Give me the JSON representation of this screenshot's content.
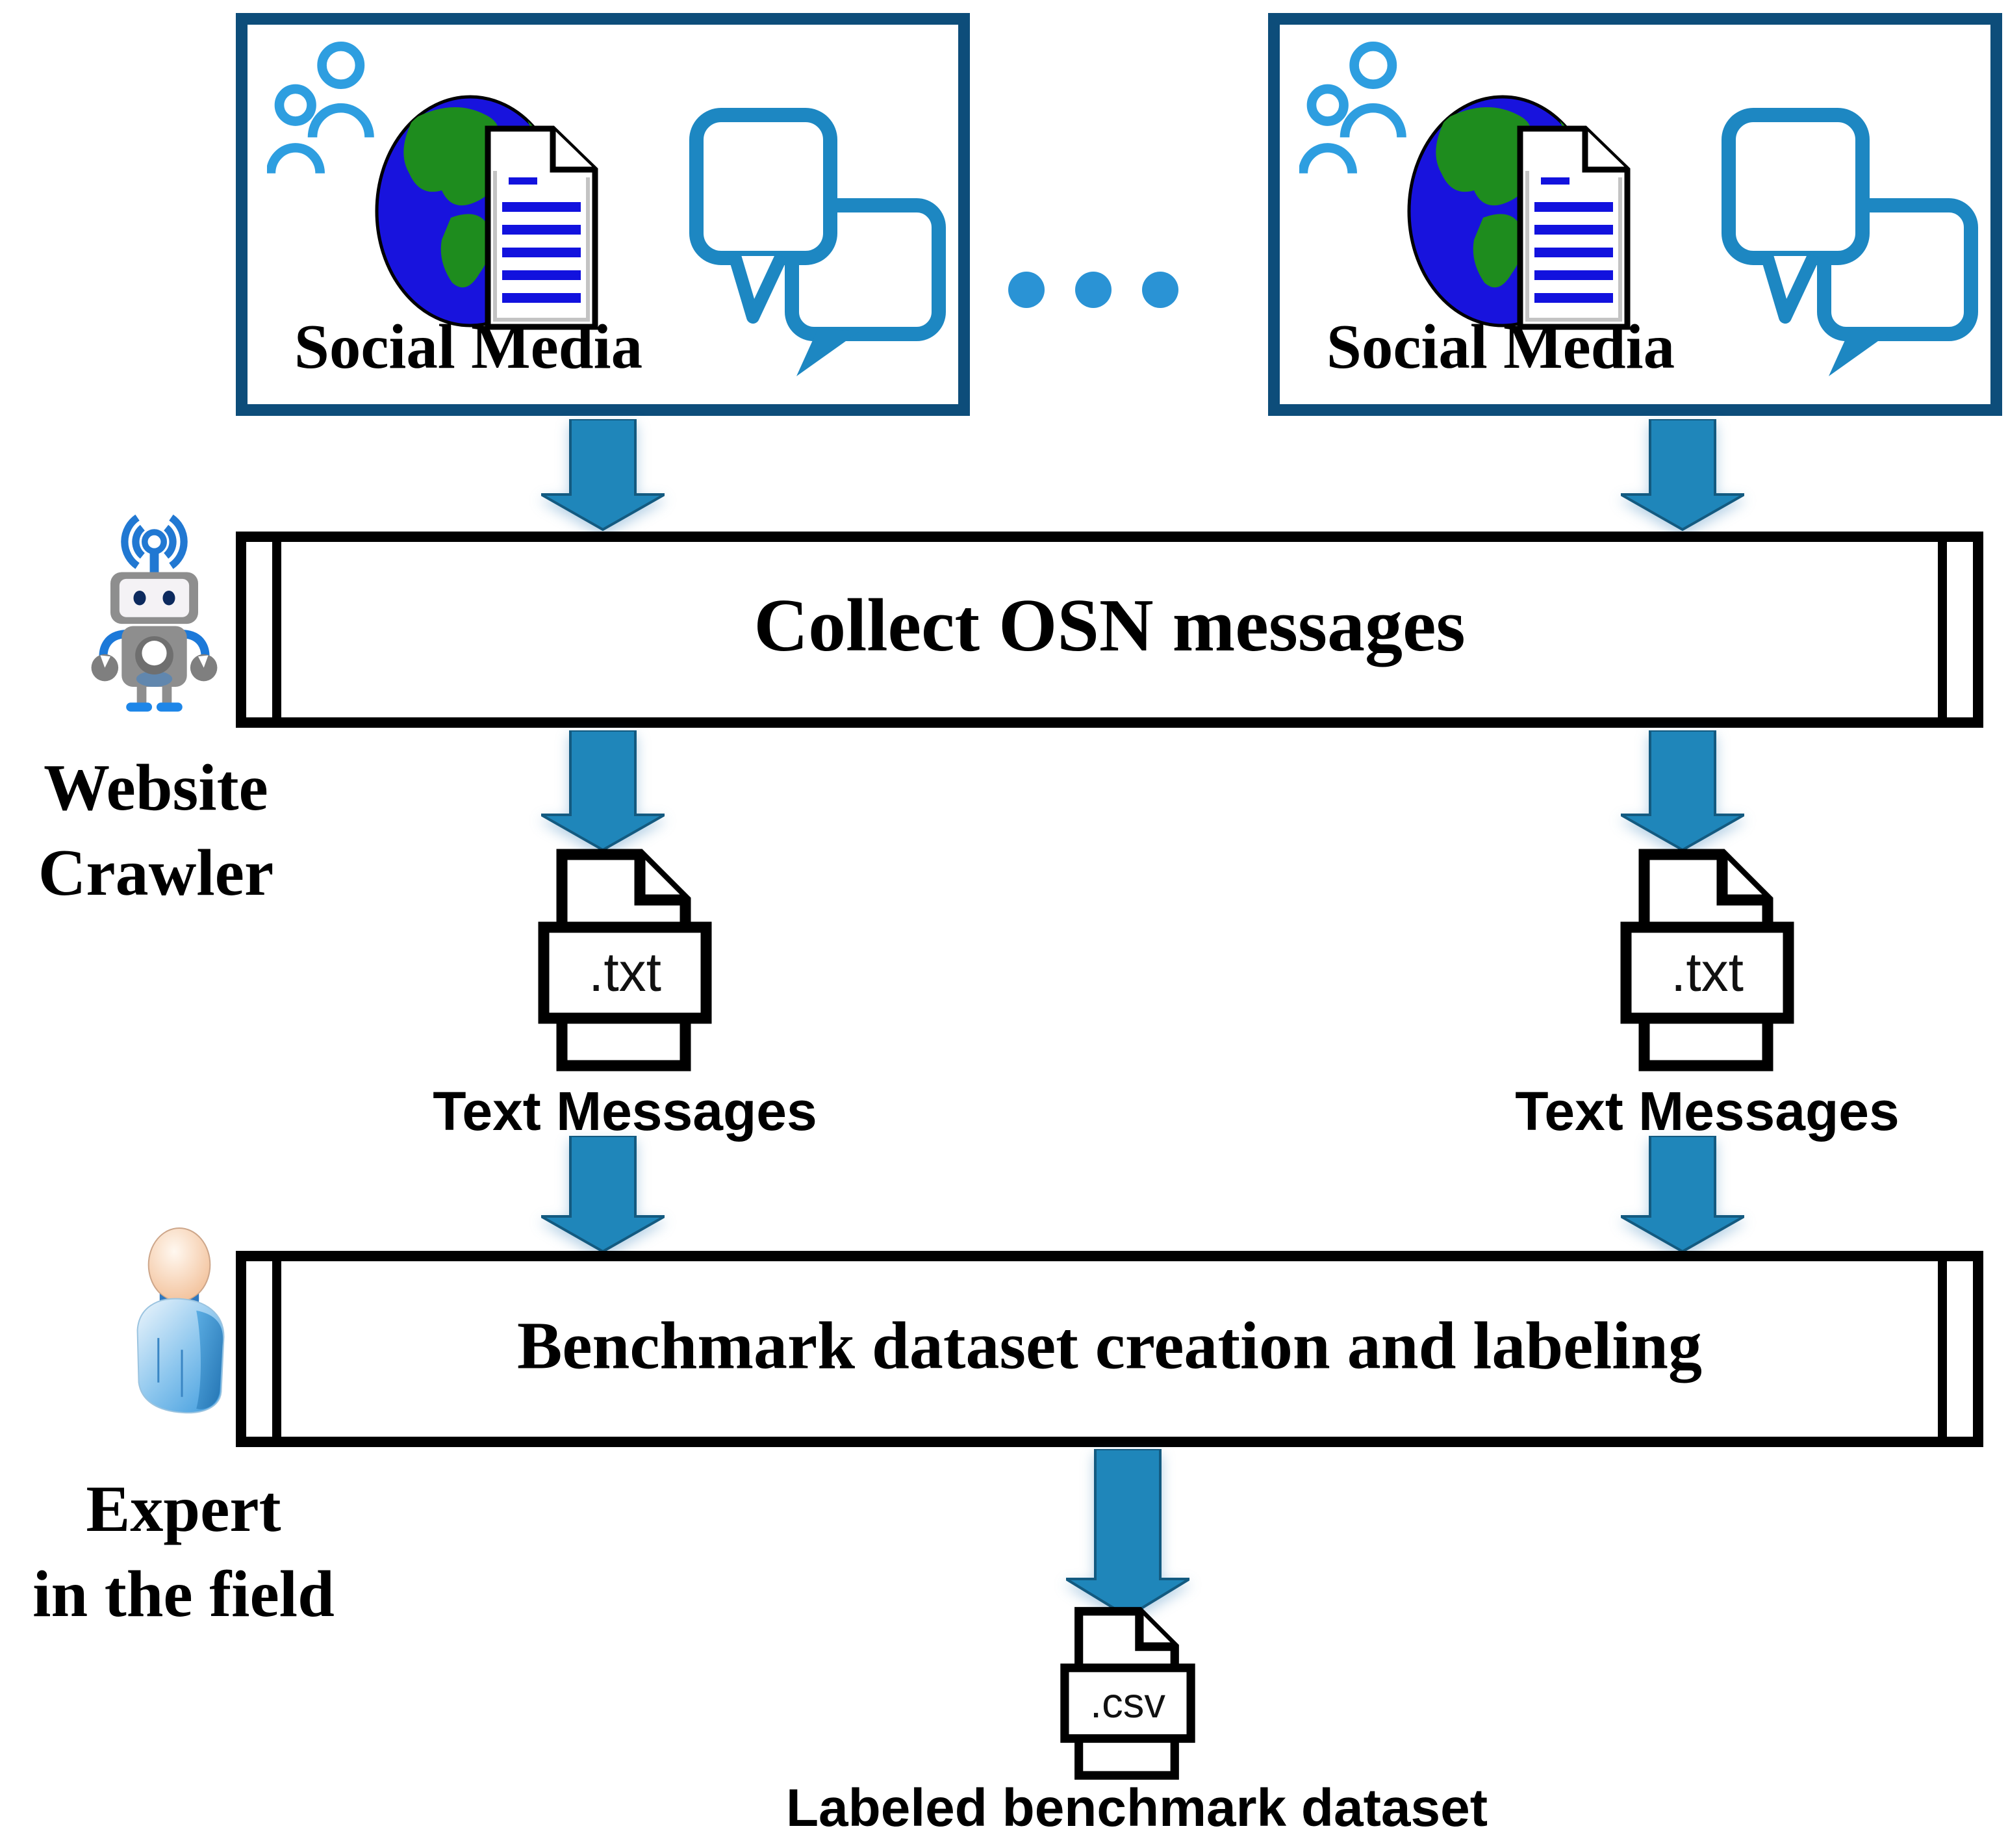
{
  "diagram": {
    "social_media_left": {
      "label": "Social Media"
    },
    "social_media_right": {
      "label": "Social Media"
    },
    "collect_step": {
      "label": "Collect OSN messages"
    },
    "crawler_caption": {
      "line1": "Website",
      "line2": "Crawler"
    },
    "text_file_left": {
      "extension": ".txt",
      "caption": "Text Messages"
    },
    "text_file_right": {
      "extension": ".txt",
      "caption": "Text Messages"
    },
    "labeling_step": {
      "label": "Benchmark dataset creation and labeling"
    },
    "expert_caption": {
      "line1": "Expert",
      "line2": "in the field"
    },
    "output_file": {
      "extension": ".csv",
      "caption": "Labeled benchmark dataset"
    }
  },
  "colors": {
    "box_border": "#0d4d7a",
    "process_border": "#000000",
    "arrow_fill": "#1f86ba",
    "arrow_edge": "#135a80",
    "dots_blue": "#2a93d5",
    "people_outline": "#2e9ee0",
    "bubble_outline": "#1d87c2",
    "globe_ocean": "#1813dd",
    "globe_land": "#1e8c1e",
    "document_lines": "#1212de",
    "robot_blue": "#2178d2",
    "text_color": "#000000"
  }
}
